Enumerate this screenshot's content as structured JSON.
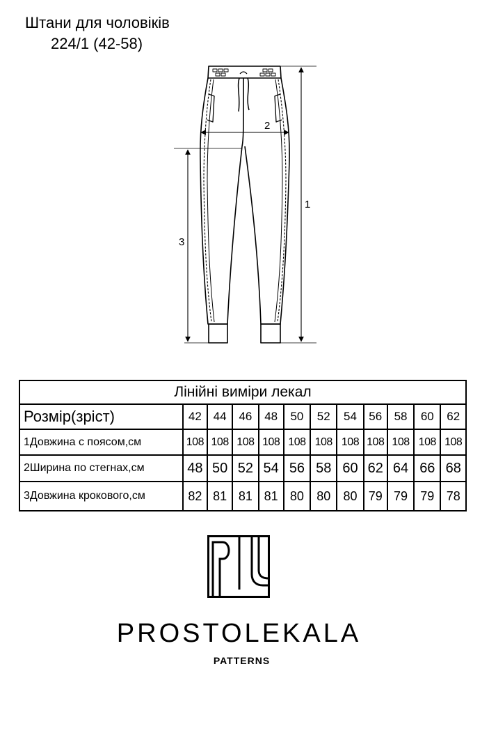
{
  "header": {
    "title": "Штани для чоловіків",
    "subtitle": "224/1 (42-58)"
  },
  "drawing": {
    "dimension_labels": [
      "1",
      "2",
      "3"
    ]
  },
  "table": {
    "caption": "Лінійні виміри лекал",
    "rows": [
      {
        "label": "Розмір(зріст)",
        "values": [
          "42",
          "44",
          "46",
          "48",
          "50",
          "52",
          "54",
          "56",
          "58",
          "60",
          "62"
        ]
      },
      {
        "label": "1Довжина с поясом,см",
        "values": [
          "108",
          "108",
          "108",
          "108",
          "108",
          "108",
          "108",
          "108",
          "108",
          "108",
          "108"
        ]
      },
      {
        "label": "2Ширина по стегнах,см",
        "values": [
          "48",
          "50",
          "52",
          "54",
          "56",
          "58",
          "60",
          "62",
          "64",
          "66",
          "68"
        ]
      },
      {
        "label": "3Довжина крокового,см",
        "values": [
          "82",
          "81",
          "81",
          "81",
          "80",
          "80",
          "80",
          "79",
          "79",
          "79",
          "78"
        ]
      }
    ]
  },
  "brand": {
    "name": "PROSTOLEKALA",
    "tagline": "PATTERNS"
  }
}
